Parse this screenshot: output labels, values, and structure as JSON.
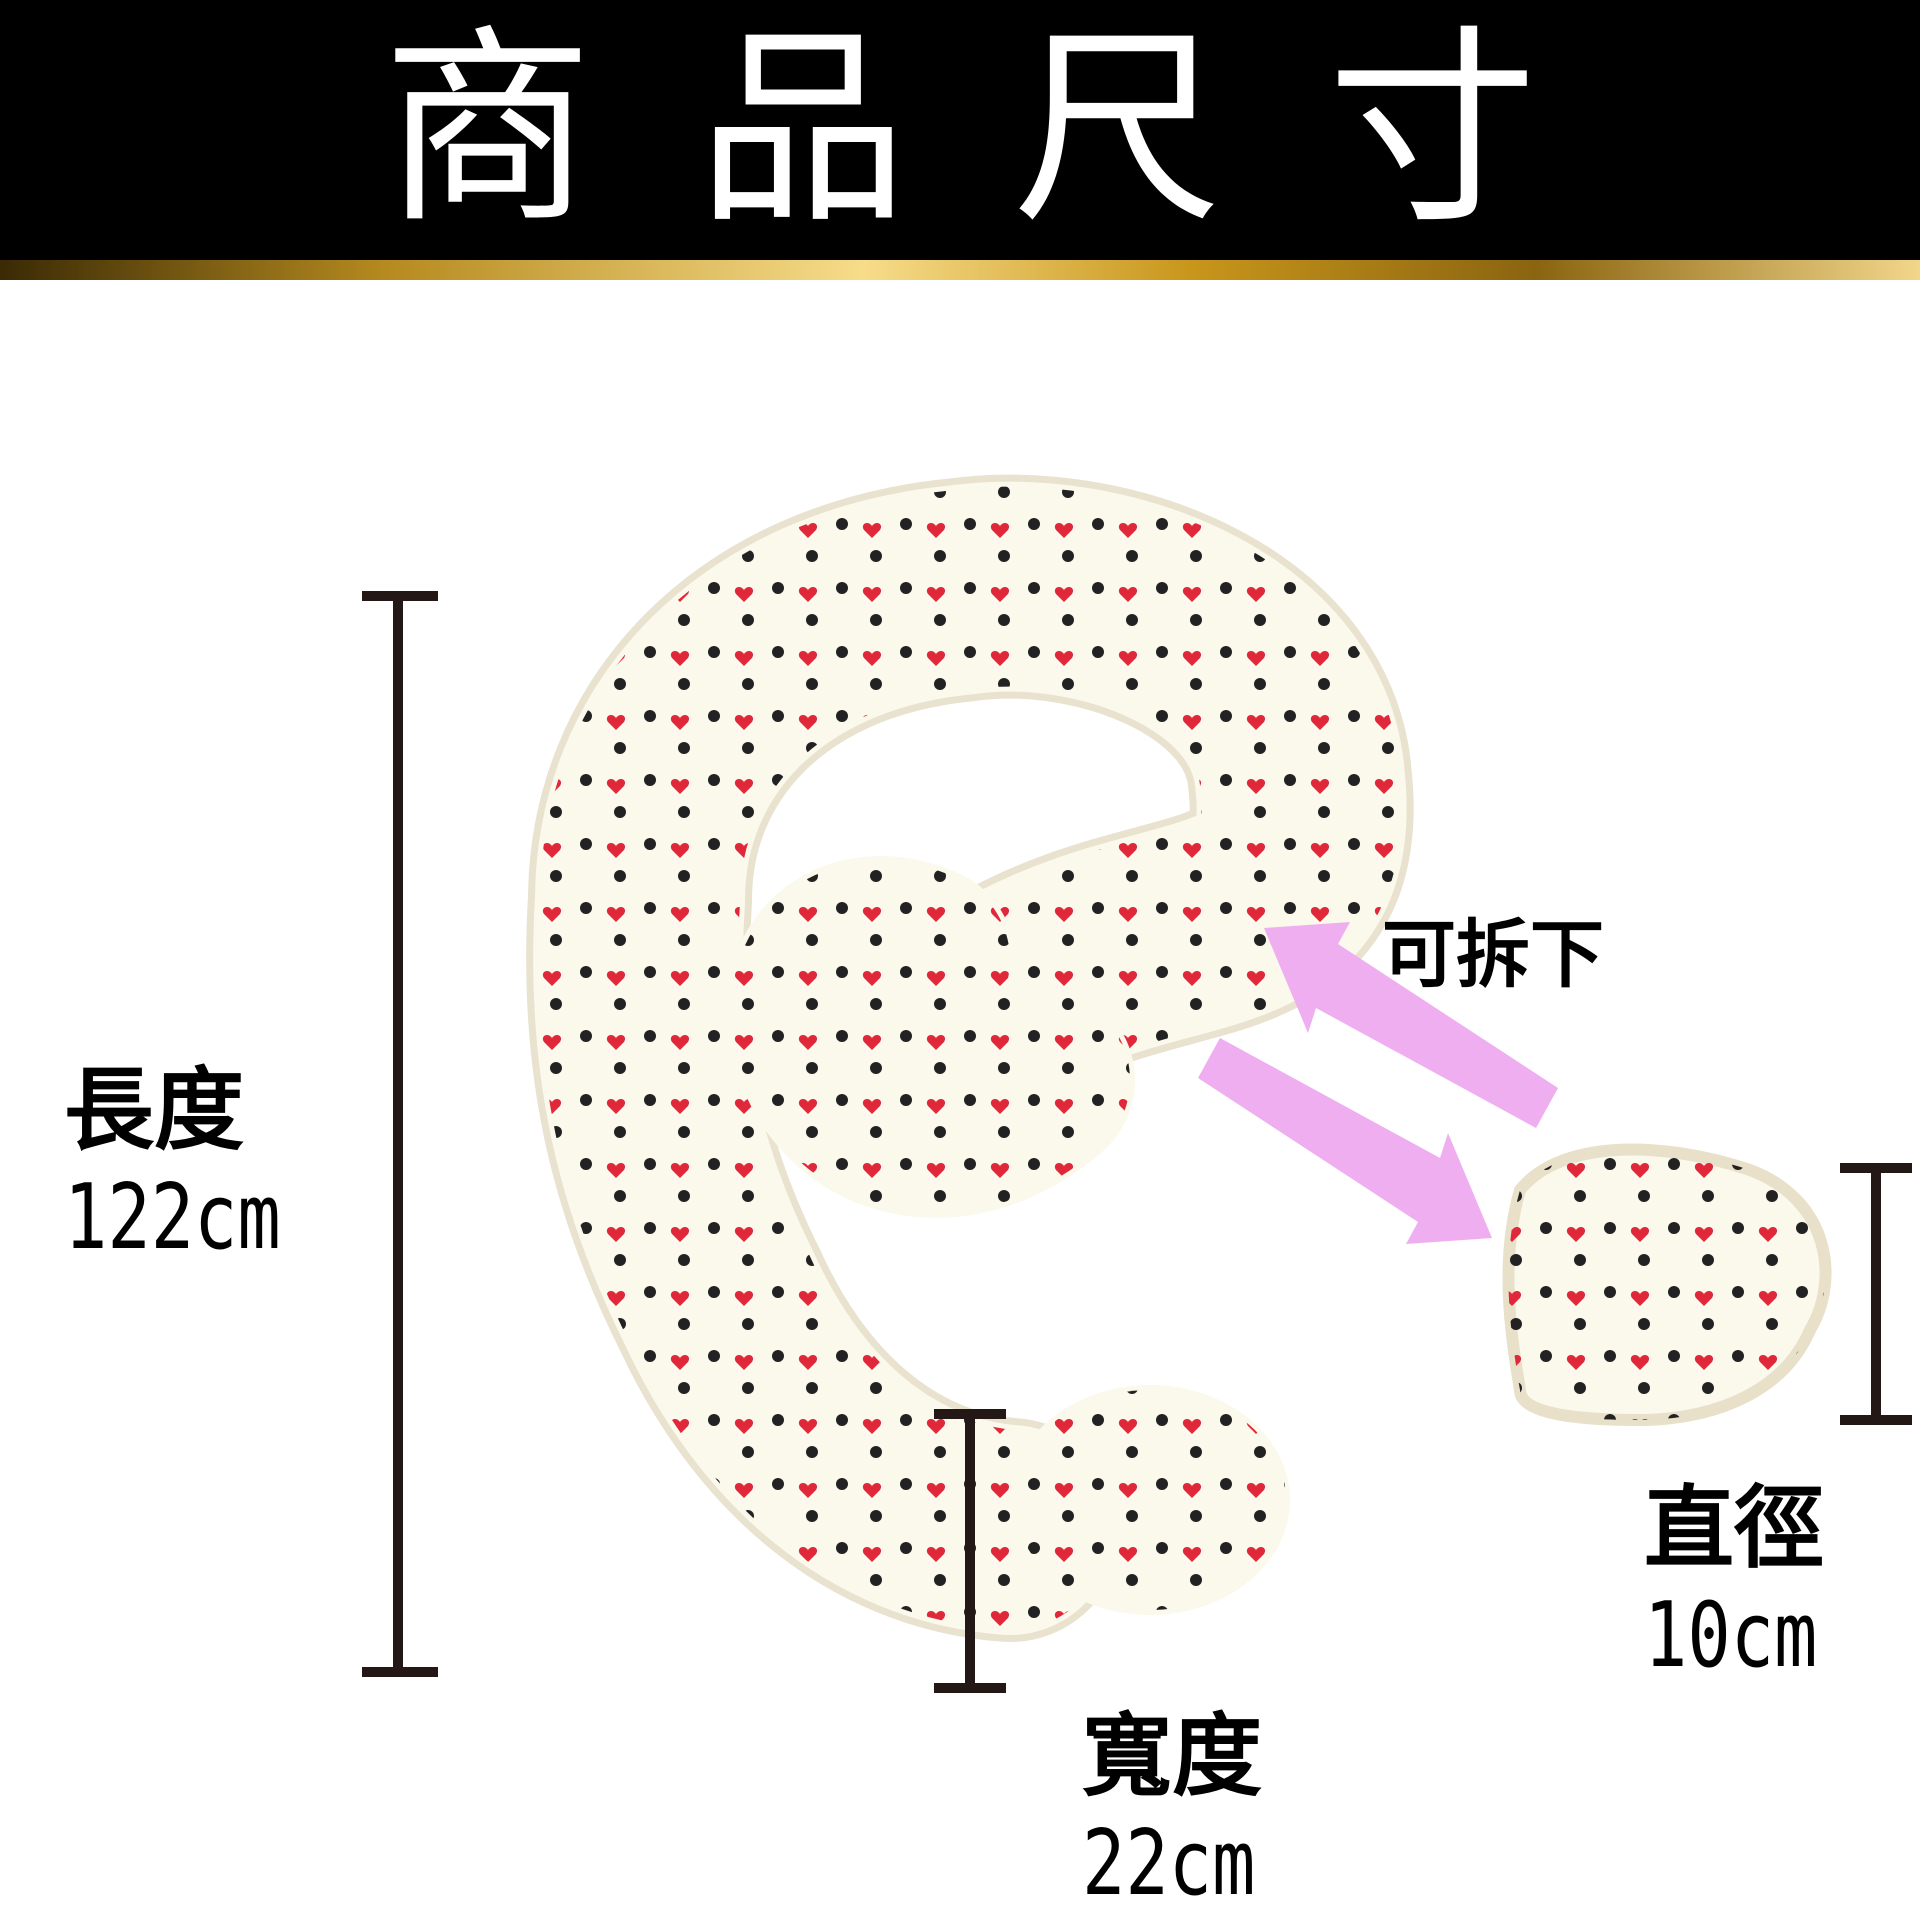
{
  "header": {
    "title": "商品尺寸"
  },
  "measurements": {
    "length": {
      "label": "長度",
      "value": "122cm"
    },
    "width": {
      "label": "寬度",
      "value": "22cm"
    },
    "diameter": {
      "label": "直徑",
      "value": "10cm"
    }
  },
  "detach_label": "可拆下",
  "colors": {
    "header_bg": "#000000",
    "header_text": "#ffffff",
    "gold_accent": "#c8961b",
    "pillow_fabric": "#fbf8ec",
    "dot": "#222222",
    "heart": "#e0283a",
    "arrow": "#eeaef0"
  },
  "product": {
    "main_pillow_icon": "c-shaped-pillow",
    "detachable_part_icon": "round-pillow-end"
  }
}
